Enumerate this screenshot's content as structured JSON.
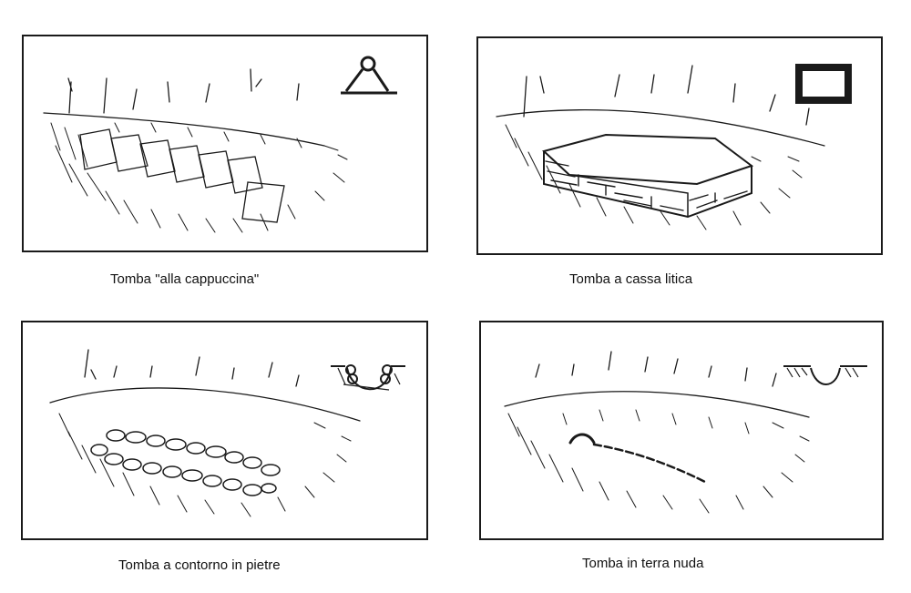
{
  "panels": [
    {
      "caption": "Tomba \"alla cappuccina\"",
      "icon": "tent-section-icon"
    },
    {
      "caption": "Tomba a cassa litica",
      "icon": "box-section-icon"
    },
    {
      "caption": "Tomba a contorno in pietre",
      "icon": "stone-ring-section-icon"
    },
    {
      "caption": "Tomba in terra nuda",
      "icon": "bare-pit-section-icon"
    }
  ],
  "colors": {
    "ink": "#1a1a1a",
    "paper": "#ffffff"
  }
}
